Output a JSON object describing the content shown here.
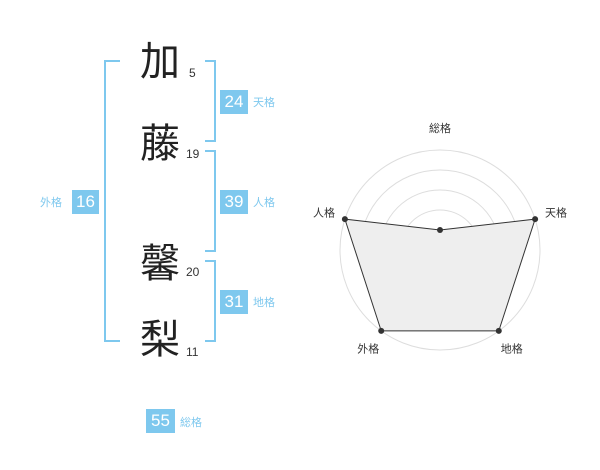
{
  "name": {
    "chars": [
      {
        "char": "加",
        "strokes": "5"
      },
      {
        "char": "藤",
        "strokes": "19"
      },
      {
        "char": "馨",
        "strokes": "20"
      },
      {
        "char": "梨",
        "strokes": "11"
      }
    ]
  },
  "kaku": {
    "tenkaku": {
      "value": "24",
      "label": "天格"
    },
    "jinkaku": {
      "value": "39",
      "label": "人格"
    },
    "chikaku": {
      "value": "31",
      "label": "地格"
    },
    "gaikaku": {
      "value": "16",
      "label": "外格"
    },
    "soukaku": {
      "value": "55",
      "label": "総格"
    }
  },
  "colors": {
    "accent": "#7ec8ee",
    "text": "#222222",
    "radar_fill": "#eeeeee",
    "radar_line": "#333333"
  },
  "radar": {
    "axes": [
      "総格",
      "天格",
      "地格",
      "外格",
      "人格"
    ],
    "levels": 5,
    "values": [
      1,
      5,
      5,
      5,
      5
    ],
    "max": 5
  }
}
